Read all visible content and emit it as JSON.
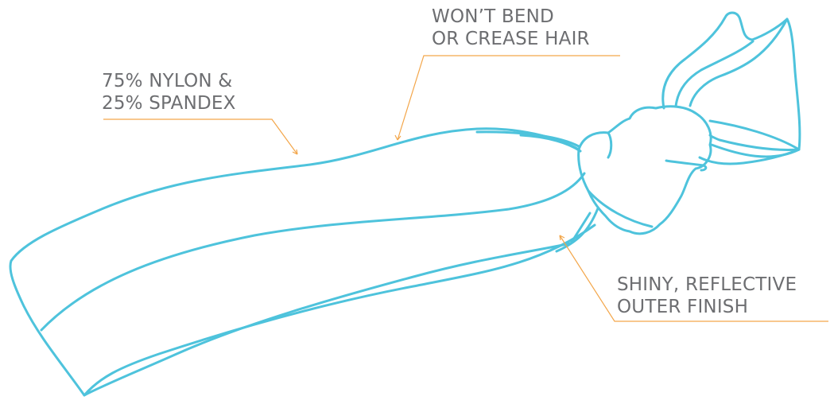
{
  "colors": {
    "outline": "#4ec3dc",
    "leader": "#f3a64a",
    "text": "#6d6e71",
    "background": "#ffffff"
  },
  "illustration": {
    "subject": "hair-tie"
  },
  "callouts": {
    "material": {
      "line1": "75% NYLON &",
      "line2": "25% SPANDEX"
    },
    "no_crease": {
      "line1": "WON’T BEND",
      "line2": "OR CREASE HAIR"
    },
    "finish": {
      "line1": "SHINY, REFLECTIVE",
      "line2": "OUTER FINISH"
    }
  }
}
